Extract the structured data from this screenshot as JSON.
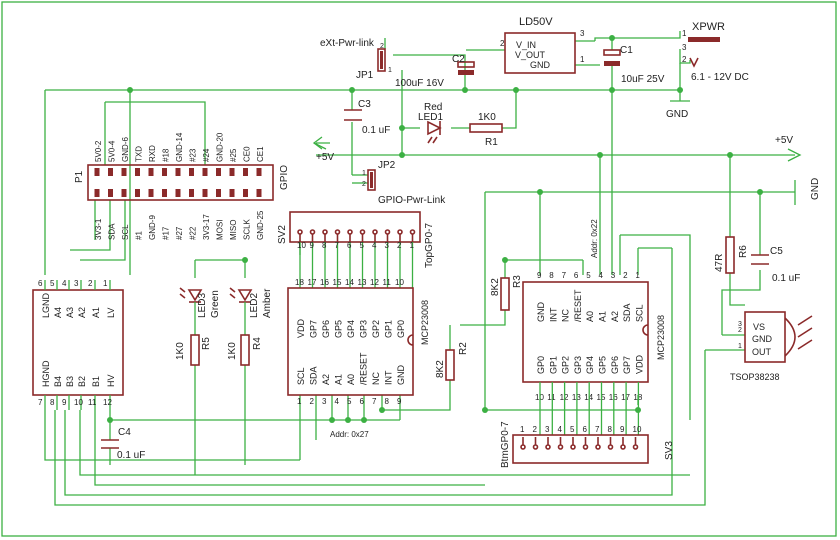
{
  "colors": {
    "wire": "#3cb043",
    "part": "#8b2a2a",
    "text": "#222222",
    "background": "#ffffff"
  },
  "regulator": {
    "name": "LD50V",
    "pin_vin": "V_IN",
    "pin_vout": "V_OUT",
    "pin_gnd": "GND",
    "pin_num_vin": "2",
    "pin_num_vout": "3",
    "pin_num_gnd": "1"
  },
  "power_in": {
    "name": "XPWR",
    "range": "6.1 - 12V DC",
    "gnd": "GND",
    "pin1": "1",
    "pin2": "2",
    "pin3": "3"
  },
  "jp1": {
    "name": "JP1",
    "label": "eXt-Pwr-link",
    "p1": "1",
    "p2": "2"
  },
  "jp2": {
    "name": "JP2",
    "label": "GPIO-Pwr-Link",
    "p1": "1",
    "p2": "2"
  },
  "c1": {
    "name": "C1",
    "value": "10uF 25V"
  },
  "c2": {
    "name": "C2",
    "value": "100uF 16V"
  },
  "c3": {
    "name": "C3",
    "value": "0.1 uF"
  },
  "c4": {
    "name": "C4",
    "value": "0.1 uF"
  },
  "c5": {
    "name": "C5",
    "value": "0.1 uF"
  },
  "led1": {
    "name": "LED1",
    "color": "Red"
  },
  "led2": {
    "name": "LED2",
    "color": "Amber"
  },
  "led3": {
    "name": "LED3",
    "color": "Green"
  },
  "r1": {
    "name": "R1",
    "value": "1K0"
  },
  "r2": {
    "name": "R2",
    "value": "8K2"
  },
  "r3": {
    "name": "R3",
    "value": "8K2"
  },
  "r4": {
    "name": "R4",
    "value": "1K0"
  },
  "r5": {
    "name": "R5",
    "value": "1K0"
  },
  "r6": {
    "name": "R6",
    "value": "47R"
  },
  "rails": {
    "plus5_right": "+5V",
    "plus5_left": "+5V",
    "gnd": "GND"
  },
  "p1": {
    "name": "P1",
    "label": "GPIO",
    "top_pins": [
      "5V0-2",
      "5V0-4",
      "GND-6",
      "TXD",
      "RXD",
      "#18",
      "GND-14",
      "#23",
      "#24",
      "GND-20",
      "#25",
      "CE0",
      "CE1"
    ],
    "bottom_pins": [
      "3V3-1",
      "SDA",
      "SCL",
      "#1",
      "GND-9",
      "#17",
      "#27",
      "#22",
      "3V3-17",
      "MOSI",
      "MISO",
      "SCLK",
      "GND-25"
    ]
  },
  "ls": {
    "top_labels": [
      "LGND",
      "A4",
      "A3",
      "A2",
      "A1",
      "LV"
    ],
    "top_nums": [
      "6",
      "5",
      "4",
      "3",
      "2",
      "1"
    ],
    "bottom_labels": [
      "HGND",
      "B4",
      "B3",
      "B2",
      "B1",
      "HV"
    ],
    "bottom_nums": [
      "7",
      "8",
      "9",
      "10",
      "11",
      "12"
    ]
  },
  "u1": {
    "name": "MCP23008",
    "addr": "Addr: 0x27",
    "top_labels": [
      "VDD",
      "GP7",
      "GP6",
      "GP5",
      "GP4",
      "GP3",
      "GP2",
      "GP1",
      "GP0"
    ],
    "top_nums": [
      "18",
      "17",
      "16",
      "15",
      "14",
      "13",
      "12",
      "11",
      "10"
    ],
    "bottom_labels": [
      "SCL",
      "SDA",
      "A2",
      "A1",
      "A0",
      "/RESET",
      "NC",
      "INT",
      "GND"
    ],
    "bottom_nums": [
      "1",
      "2",
      "3",
      "4",
      "5",
      "6",
      "7",
      "8",
      "9"
    ]
  },
  "u2": {
    "name": "MCP23008",
    "addr": "Addr: 0x22",
    "top_labels": [
      "GND",
      "INT",
      "NC",
      "/RESET",
      "A0",
      "A1",
      "A2",
      "SDA",
      "SCL"
    ],
    "top_nums": [
      "9",
      "8",
      "7",
      "6",
      "5",
      "4",
      "3",
      "2",
      "1"
    ],
    "bottom_labels": [
      "GP0",
      "GP1",
      "GP2",
      "GP3",
      "GP4",
      "GP5",
      "GP6",
      "GP7",
      "VDD"
    ],
    "bottom_nums": [
      "10",
      "11",
      "12",
      "13",
      "14",
      "15",
      "16",
      "17",
      "18"
    ]
  },
  "sv2": {
    "name": "SV2",
    "label": "TopGP0-7",
    "pins": [
      "10",
      "9",
      "8",
      "7",
      "6",
      "5",
      "4",
      "3",
      "2",
      "1"
    ]
  },
  "sv3": {
    "name": "SV3",
    "label": "BtmGP0-7",
    "pins": [
      "1",
      "2",
      "3",
      "4",
      "5",
      "6",
      "7",
      "8",
      "9",
      "10"
    ]
  },
  "ir": {
    "name": "TSOP38238",
    "vs": "VS",
    "gnd": "GND",
    "out": "OUT",
    "p1": "1",
    "p2": "2",
    "p3": "3"
  }
}
